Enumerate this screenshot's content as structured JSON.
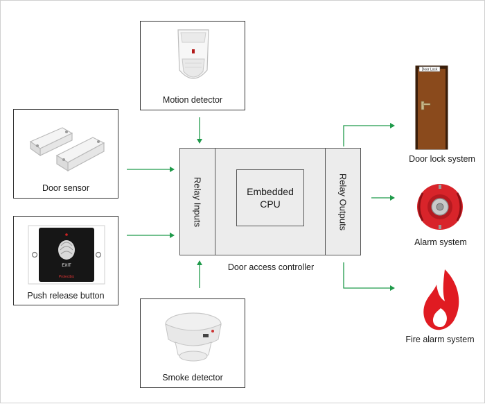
{
  "inputs": {
    "motion": "Motion detector",
    "door_sensor": "Door sensor",
    "push_button": "Push release button",
    "smoke": "Smoke detector"
  },
  "controller": {
    "relay_inputs": "Relay Inputs",
    "relay_outputs": "Relay Outputs",
    "cpu_line1": "Embedded",
    "cpu_line2": "CPU",
    "caption": "Door access controller"
  },
  "outputs": {
    "door_lock": "Door lock system",
    "door_lock_sign": "Door Lock",
    "alarm": "Alarm system",
    "fire_alarm": "Fire alarm system"
  },
  "button_labels": {
    "exit": "EXIT",
    "brand": "Protectbiz"
  },
  "colors": {
    "arrow": "#1f9a4a",
    "controller_fill": "#ececec",
    "door": "#8a4a1c",
    "alarm": "#d8242a",
    "fire": "#e01b22"
  }
}
